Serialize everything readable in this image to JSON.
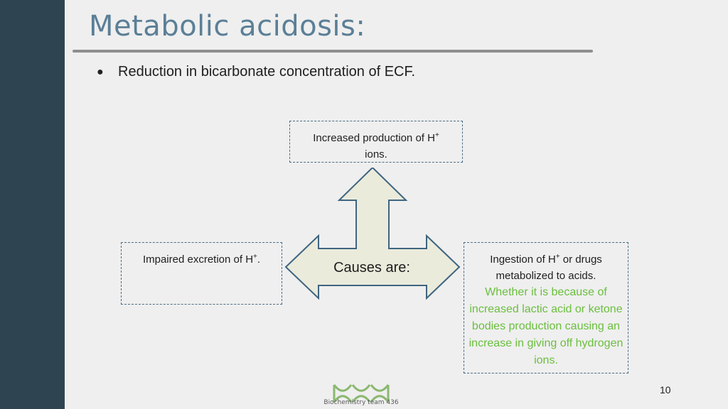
{
  "slide": {
    "title": "Metabolic acidosis:",
    "bullet": "Reduction in bicarbonate concentration of ECF.",
    "center_label": "Causes are:",
    "top_box": {
      "line1": "Increased production of H",
      "sup": "+",
      "line2": "ions."
    },
    "left_box": {
      "text": "Impaired excretion of H",
      "sup": "+",
      "tail": "."
    },
    "right_box": {
      "line1a": "Ingestion of H",
      "sup": "+",
      "line1b": " or drugs",
      "line2": "metabolized to acids.",
      "note": "Whether it is because of increased lactic acid or ketone bodies production causing an increase in giving off hydrogen ions."
    },
    "logo_text": "Biochemistry team 436",
    "page_number": "10"
  },
  "colors": {
    "sidebar": "#2f4451",
    "title": "#5b7f97",
    "arrow_fill": "#ebebdc",
    "arrow_stroke": "#3f6580",
    "note_green": "#6abf3e"
  }
}
